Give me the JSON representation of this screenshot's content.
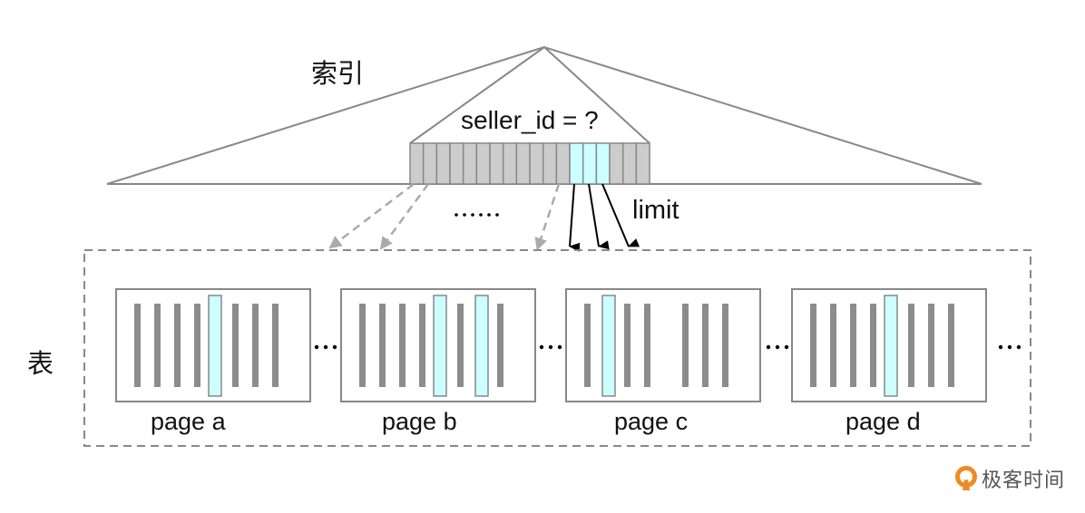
{
  "labels": {
    "index": "索引",
    "table": "表",
    "condition": "seller_id = ?",
    "limit": "limit",
    "ellipsis_mid": "……",
    "page_gap_ellipsis": "···"
  },
  "index_bar": {
    "cells": [
      "g",
      "g",
      "g",
      "g",
      "g",
      "g",
      "g",
      "g",
      "g",
      "g",
      "g",
      "g",
      "c",
      "c",
      "c",
      "g",
      "g",
      "g"
    ]
  },
  "pages": [
    {
      "label": "page a",
      "rows": [
        "g",
        "g",
        "g",
        "g",
        "c",
        "g",
        "g",
        "g"
      ]
    },
    {
      "label": "page b",
      "rows": [
        "g",
        "g",
        "g",
        "g",
        "c",
        "g",
        "c",
        "g"
      ]
    },
    {
      "label": "page c",
      "rows": [
        "g",
        "c",
        "g",
        "g",
        "n",
        "g",
        "g",
        "g"
      ]
    },
    {
      "label": "page d",
      "rows": [
        "g",
        "g",
        "g",
        "g",
        "c",
        "g",
        "g",
        "g"
      ]
    }
  ],
  "colors": {
    "gray_cell": "#cccccc",
    "cyan_cell": "#ccffff",
    "row_bar": "#8c8c8c",
    "line": "#888888",
    "dashed_arrow": "#aaaaaa",
    "solid_arrow": "#000000",
    "brand": "#f08a24"
  },
  "watermark": {
    "text": "极客时间",
    "icon": "geektime-logo-icon"
  }
}
